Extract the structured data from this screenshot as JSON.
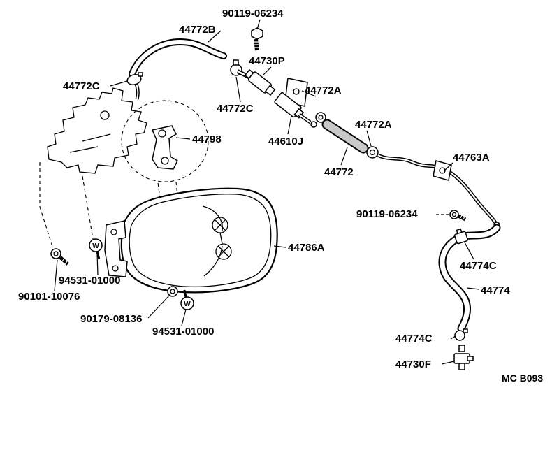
{
  "diagram": {
    "type": "exploded-parts-diagram",
    "subject": "brake booster vacuum hose and protector assembly",
    "code": "MC B093",
    "washer_symbol": "W",
    "labels": [
      {
        "part": "90119-06234"
      },
      {
        "part": "44772B"
      },
      {
        "part": "44730P"
      },
      {
        "part": "44772C"
      },
      {
        "part": "44772A"
      },
      {
        "part": "44772C"
      },
      {
        "part": "44798"
      },
      {
        "part": "44610J"
      },
      {
        "part": "44772A"
      },
      {
        "part": "44772"
      },
      {
        "part": "44763A"
      },
      {
        "part": "90119-06234"
      },
      {
        "part": "44786A"
      },
      {
        "part": "44774C"
      },
      {
        "part": "44774"
      },
      {
        "part": "94531-01000"
      },
      {
        "part": "90101-10076"
      },
      {
        "part": "90179-08136"
      },
      {
        "part": "94531-01000"
      },
      {
        "part": "44774C"
      },
      {
        "part": "44730F"
      }
    ]
  }
}
